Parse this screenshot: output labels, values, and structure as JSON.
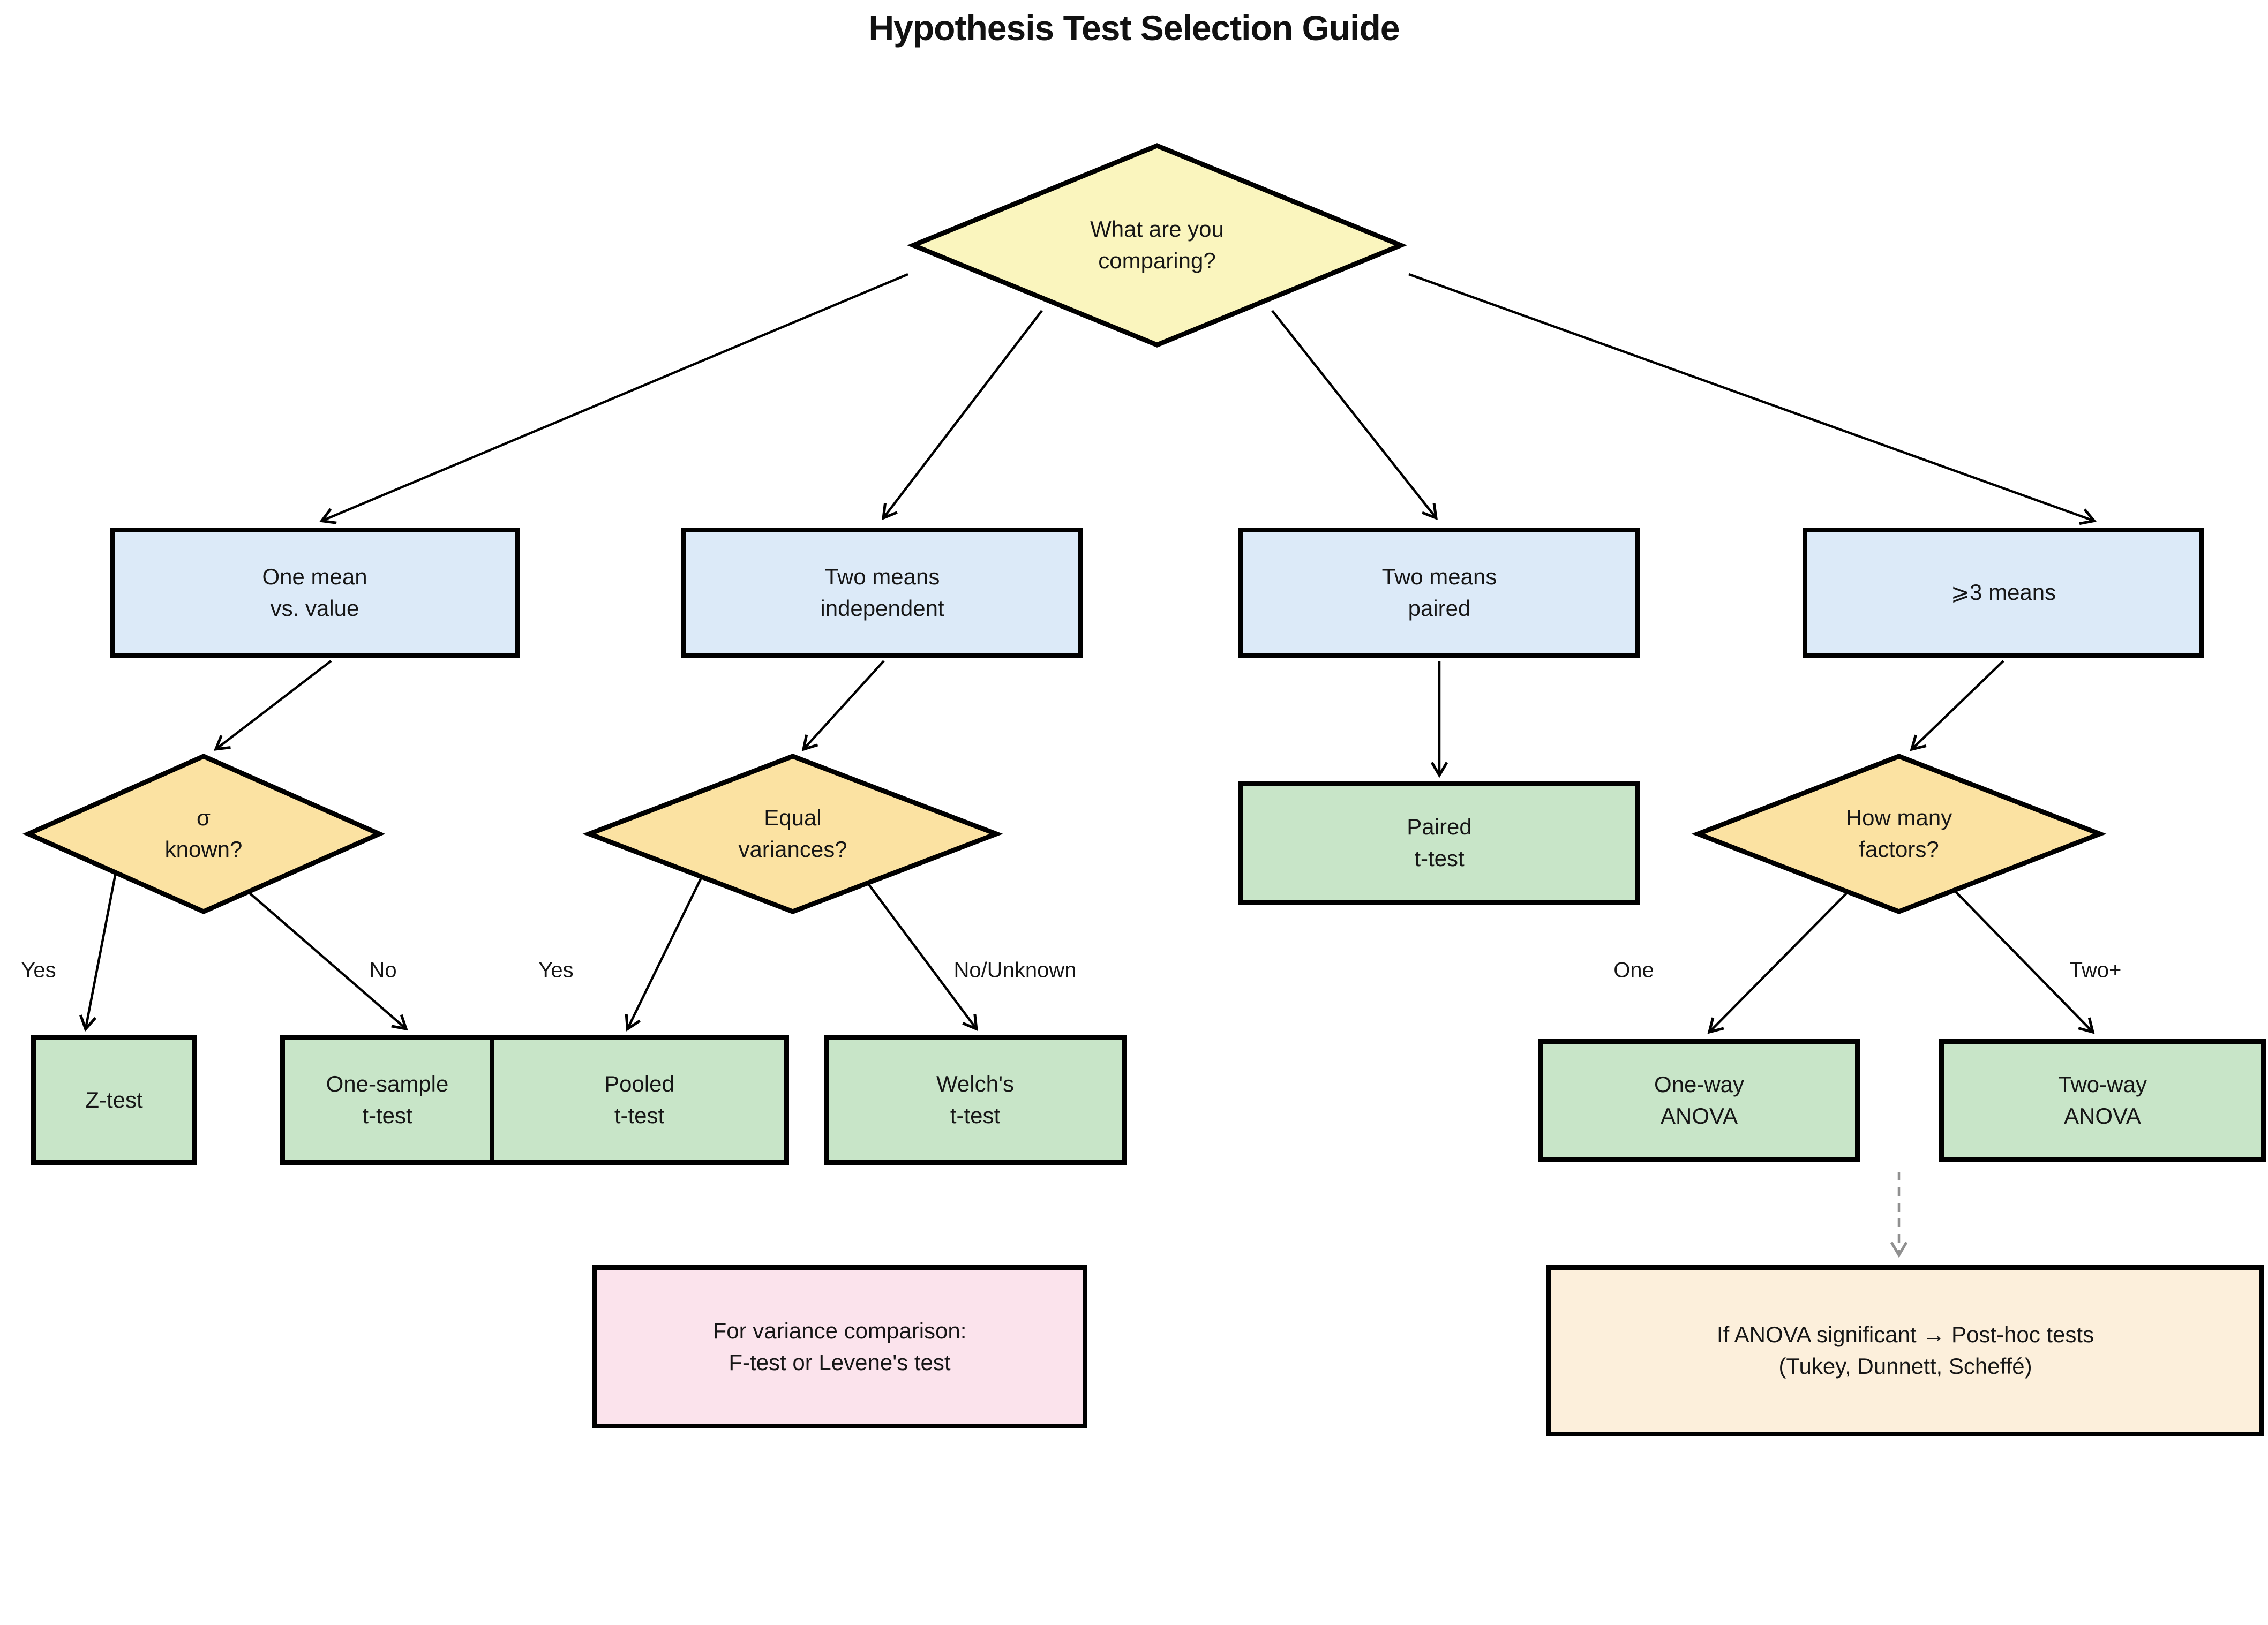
{
  "title": "Hypothesis Test Selection Guide",
  "colors": {
    "line_color": "#000000",
    "dash_color": "#909090",
    "node_yellow": "#FAF5BE",
    "node_amber": "#FBE2A2",
    "node_blue": "#DCEAF8",
    "node_green": "#C8E5C8",
    "node_pink": "#FBE3EC",
    "node_peach": "#FCEFDB"
  },
  "nodes": {
    "root": {
      "label": "What are you\ncomparing?"
    },
    "one_mean": {
      "label": "One mean\nvs. value"
    },
    "two_means_independent": {
      "label": "Two means\nindependent"
    },
    "two_means_paired": {
      "label": "Two means\npaired"
    },
    "three_plus_means": {
      "label": "⩾3 means"
    },
    "sigma_known": {
      "label": "σ\nknown?"
    },
    "equal_variances": {
      "label": "Equal\nvariances?"
    },
    "how_many_factors": {
      "label": "How many\nfactors?"
    },
    "paired_t_test": {
      "label": "Paired\nt-test"
    },
    "z_test": {
      "label": "Z-test"
    },
    "one_sample_t_test": {
      "label": "One-sample\nt-test"
    },
    "pooled_t_test": {
      "label": "Pooled\nt-test"
    },
    "welch_t_test": {
      "label": "Welch's\nt-test"
    },
    "one_way_anova": {
      "label": "One-way\nANOVA"
    },
    "two_way_anova": {
      "label": "Two-way\nANOVA"
    },
    "variance_note": {
      "label": "For variance comparison:\nF-test or Levene's test"
    },
    "posthoc_note": {
      "label": "If ANOVA significant → Post-hoc tests\n(Tukey, Dunnett, Scheffé)"
    }
  },
  "edge_labels": {
    "sigma_yes": "Yes",
    "sigma_no": "No",
    "variance_yes": "Yes",
    "variance_no_unknown": "No/Unknown",
    "factors_one": "One",
    "factors_two_plus": "Two+"
  }
}
